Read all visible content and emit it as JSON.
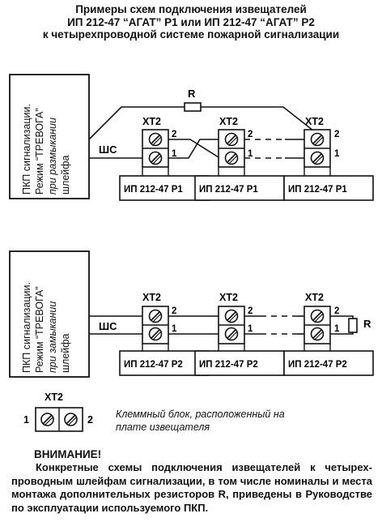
{
  "title": {
    "line1": "Примеры схем подключения извещателей",
    "line2": "ИП 212-47 “АГАТ” Р1 или ИП 212-47 “АГАТ” Р2",
    "line3": "к четырехпроводной системе пожарной сигнализации"
  },
  "scheme1": {
    "panel": {
      "line1": "ПКП сигнализации.",
      "line2": "Режим “ТРЕВОГА”",
      "line3": "при размыкании",
      "line4": "шлейфа"
    },
    "loop_label": "ШС",
    "resistor_label": "R",
    "terminal_label": "ХТ2",
    "pin_top": "2",
    "pin_bottom": "1",
    "detectors": [
      "ИП 212-47 Р1",
      "ИП 212-47 Р1",
      "ИП 212-47 Р1"
    ]
  },
  "scheme2": {
    "panel": {
      "line1": "ПКП сигнализации.",
      "line2": "Режим “ТРЕВОГА”",
      "line3": "при замыкании",
      "line4": "шлейфа"
    },
    "loop_label": "ШС",
    "resistor_label": "R",
    "terminal_label": "ХТ2",
    "pin_top": "2",
    "pin_bottom": "1",
    "detectors": [
      "ИП 212-47 Р2",
      "ИП 212-47 Р2",
      "ИП 212-47 Р2"
    ]
  },
  "legend": {
    "terminal_label": "ХТ2",
    "pin_left": "1",
    "pin_right": "2",
    "note_line1": "Клеммный блок, расположенный на",
    "note_line2": "плате извещателя"
  },
  "warning": {
    "title": "ВНИМАНИЕ!",
    "text": "Конкретные схемы подключения извещателей к четырех-проводным шлейфам сигнализации, в том числе номиналы и места монтажа дополнительных резисторов R, приведены в Руководстве по эксплуатации используемого ПКП."
  }
}
